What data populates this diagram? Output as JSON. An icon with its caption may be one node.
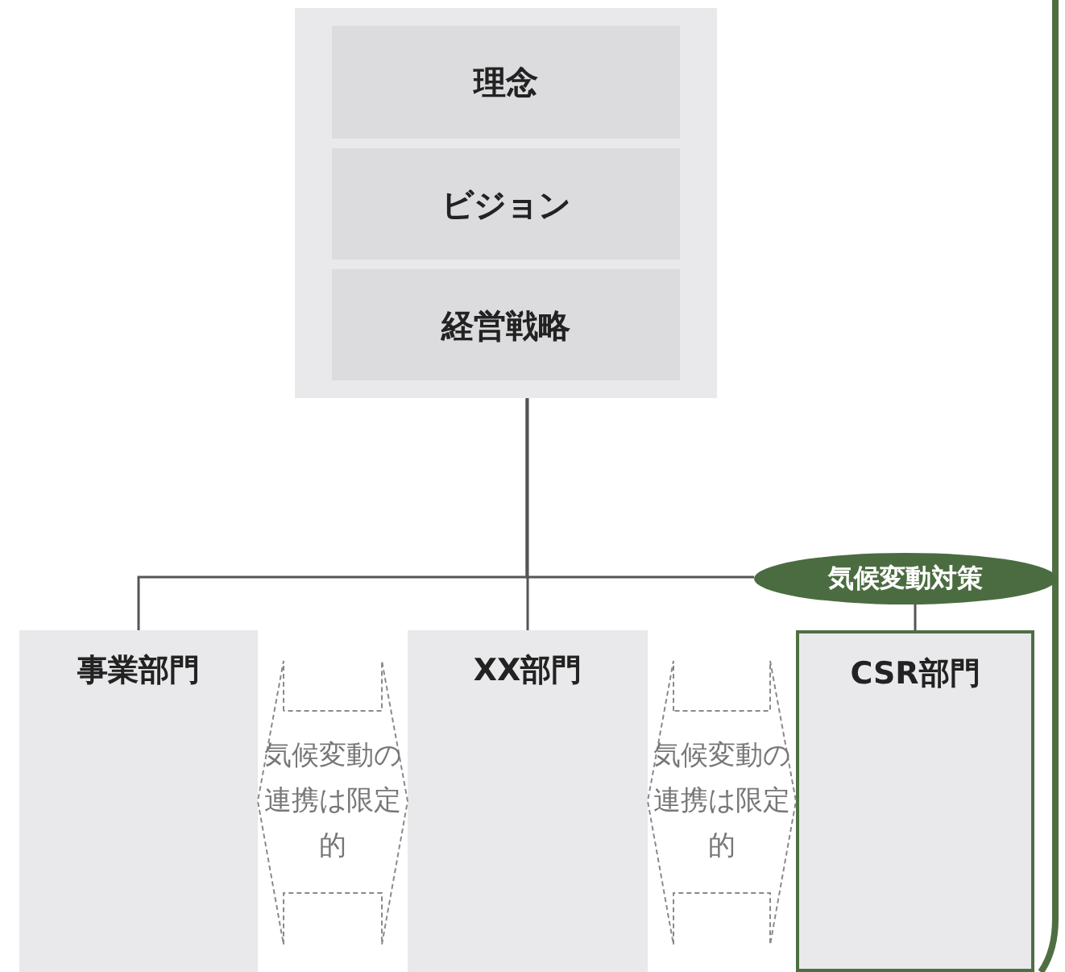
{
  "diagram": {
    "nodes": [
      {
        "text": [],
        "shape": "box"
      },
      {
        "text": [
          "理念"
        ],
        "in": 0
      },
      {
        "text": [
          "ビジョン"
        ],
        "in": 0
      },
      {
        "text": [
          "経営戦略"
        ],
        "in": 0
      },
      {
        "text": [
          "事業部門"
        ]
      },
      {
        "text": [
          "XX部門"
        ]
      },
      {
        "text": [
          "CSR部門"
        ]
      },
      {
        "text": [
          "気候変動対策"
        ]
      }
    ],
    "edges": [
      {
        "from": 0,
        "to": 4,
        "arrow": "none"
      },
      {
        "from": 0,
        "to": 5,
        "arrow": "none"
      },
      {
        "from": 0,
        "to": 7,
        "arrow": "none"
      },
      {
        "from": 7,
        "to": 6,
        "arrow": "none"
      },
      {
        "from": 4,
        "to": 5,
        "arrow": "both",
        "label": "気候変動の連携は限定的",
        "style": "dashed"
      },
      {
        "from": 5,
        "to": 6,
        "arrow": "both",
        "label": "気候変動の連携は限定的",
        "style": "dashed"
      }
    ]
  }
}
